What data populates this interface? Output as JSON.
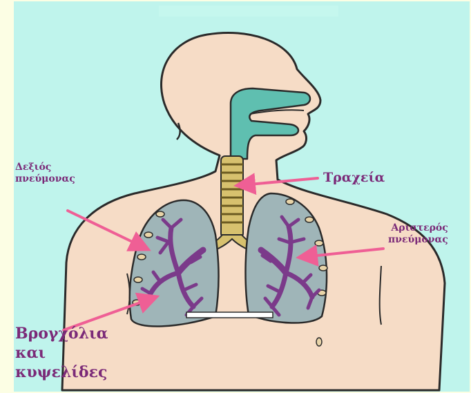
{
  "labels": {
    "right_lung_line1": "Δεξιός",
    "right_lung_line2": "πνεύμονας",
    "trachea": "Τραχεία",
    "left_lung_line1": "Αριστερός",
    "left_lung_line2": "πνεύμονας",
    "bronchioles_line1": "Βρογχόλια",
    "bronchioles_line2": "και",
    "bronchioles_line3": "κυψελίδες"
  },
  "colors": {
    "page_background": "#fcfee4",
    "backdrop": "#bff4ec",
    "skin": "#f6dcc6",
    "airway": "#5fbfb0",
    "lung": "#9fb5b8",
    "bronchi": "#7b3a8a",
    "arrow": "#ef5f95",
    "label_text": "#7b2a78"
  }
}
